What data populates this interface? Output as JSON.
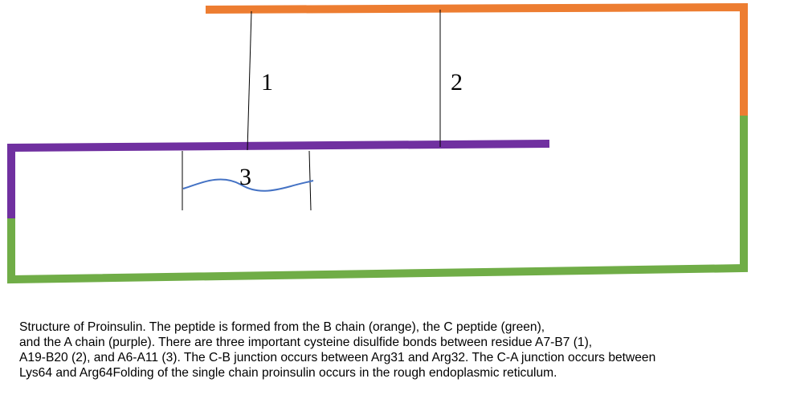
{
  "colors": {
    "b_chain": "#ED7D31",
    "c_peptide": "#70AD47",
    "a_chain": "#7030A0",
    "disulfide_3": "#4472C4"
  },
  "labels": {
    "bond_1": "1",
    "bond_2": "2",
    "bond_3": "3"
  },
  "caption": {
    "line1": "Structure of Proinsulin. The peptide is formed from the B chain (orange), the C peptide (green),",
    "line2": "and the A chain (purple). There are three important cysteine disulfide bonds between residue A7-B7 (1),",
    "line3": "A19-B20 (2), and A6-A11 (3). The C-B junction occurs between Arg31 and Arg32. The C-A junction occurs between",
    "line4": "Lys64 and Arg64Folding of the single chain proinsulin occurs in the rough endoplasmic reticulum."
  }
}
